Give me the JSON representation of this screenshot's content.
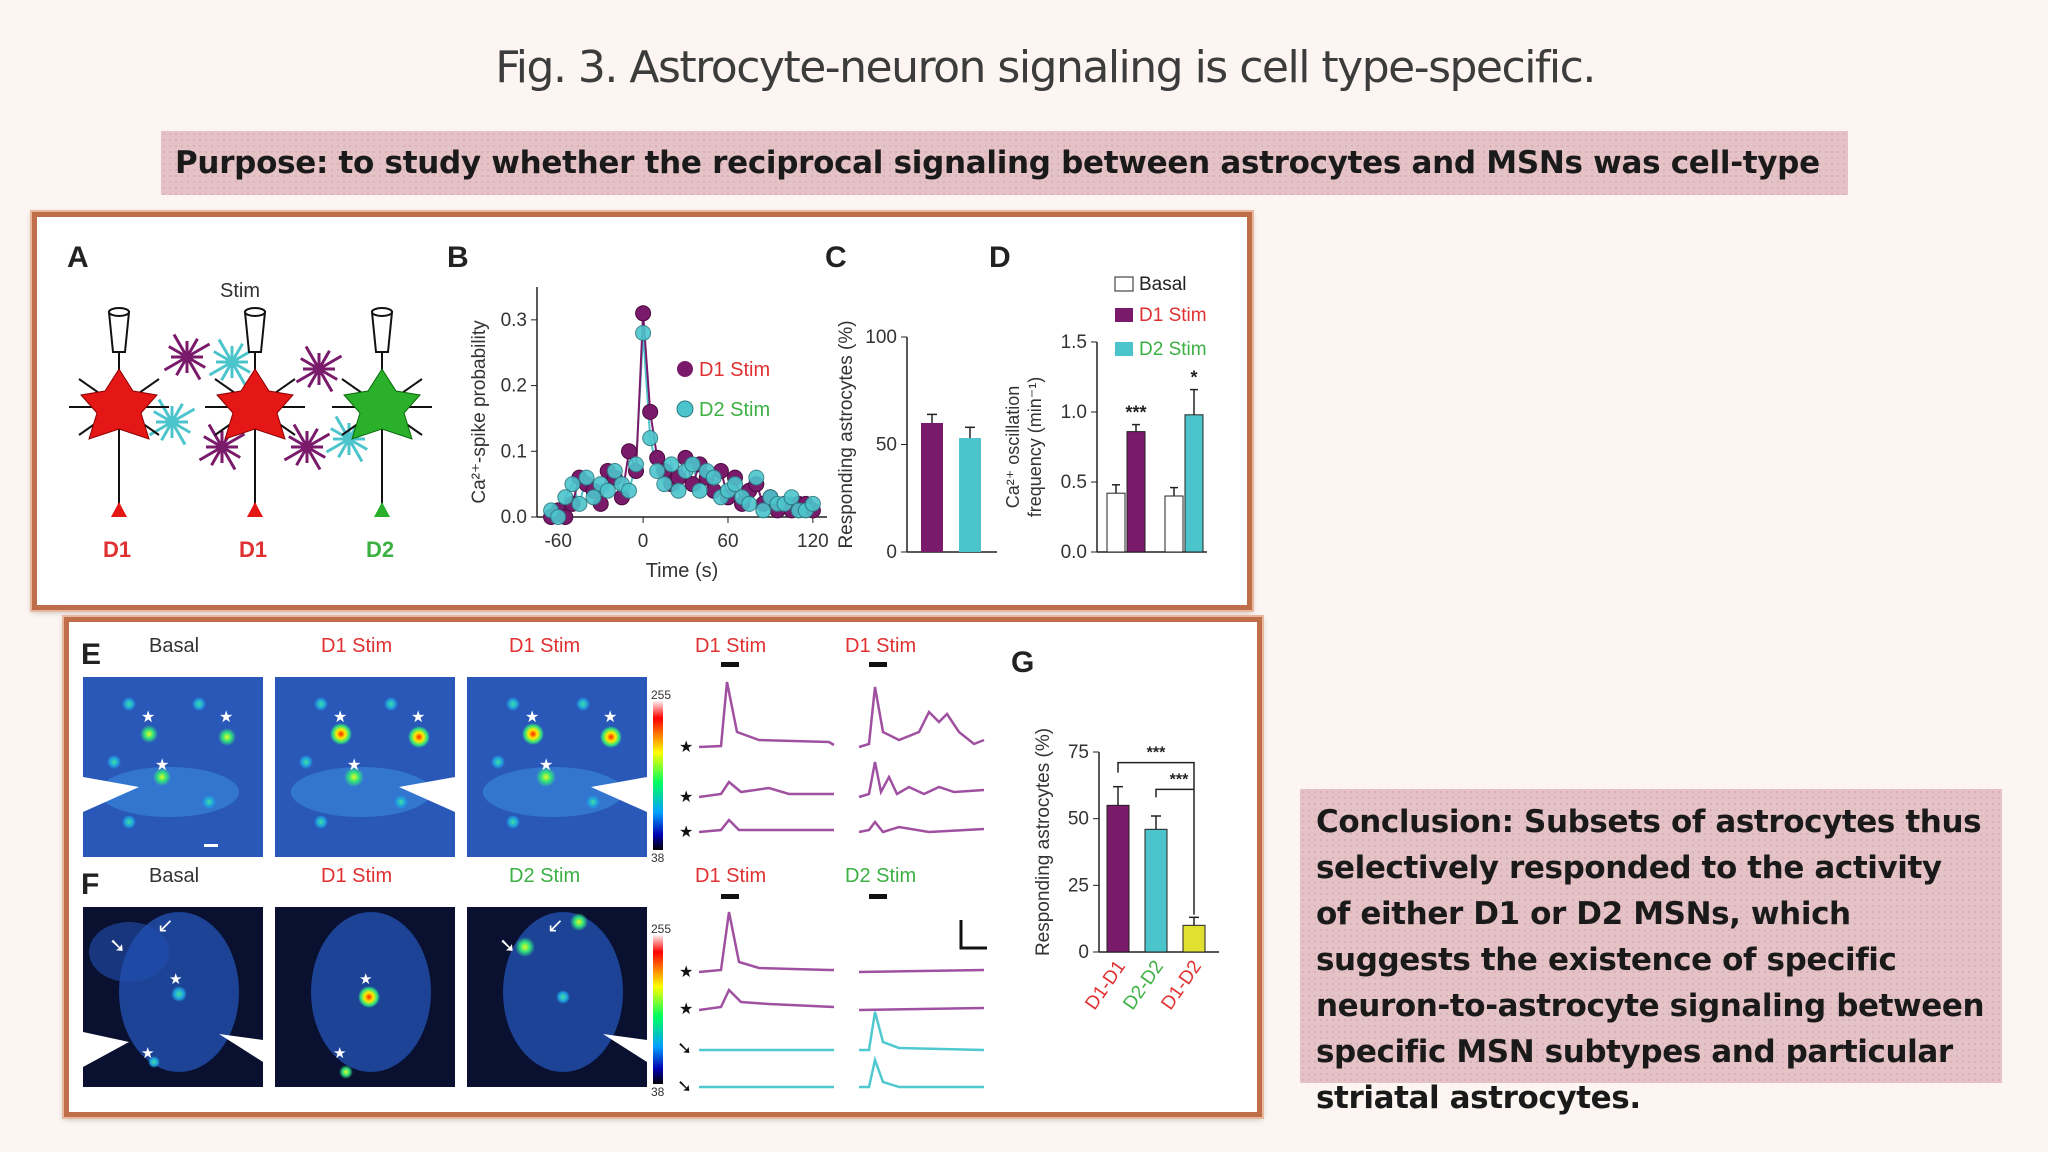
{
  "slide": {
    "title": "Fig. 3. Astrocyte-neuron signaling is cell type-specific.",
    "purpose": "Purpose: to study whether the reciprocal signaling between astrocytes and MSNs was cell-type specific",
    "conclusion": "Conclusion: Subsets of astrocytes thus selectively responded to the activity of either D1 or D2 MSNs, which suggests the existence of specific neuron-to-astrocyte signaling between specific MSN subtypes and particular striatal astrocytes."
  },
  "colors": {
    "d1": "#7a1a6a",
    "d2": "#4cc4cc",
    "basal": "#ffffff",
    "d1_d2": "#e0e030",
    "frame": "#bf6e4a",
    "red_label": "#e03030",
    "green_label": "#3cb043"
  },
  "figure": {
    "panelA": {
      "letter": "A",
      "stim": "Stim",
      "labels": [
        "D1",
        "D1",
        "D2"
      ]
    },
    "panelB": {
      "letter": "B",
      "legend": [
        "D1 Stim",
        "D2 Stim"
      ]
    },
    "panelC": {
      "letter": "C"
    },
    "panelD": {
      "letter": "D",
      "legend": [
        "Basal",
        "D1 Stim",
        "D2 Stim"
      ]
    },
    "panelE": {
      "letter": "E",
      "image_labels": [
        "Basal",
        "D1 Stim",
        "D1 Stim"
      ],
      "trace_labels": [
        "D1 Stim",
        "D1 Stim"
      ],
      "colorbar": [
        "255",
        "38"
      ]
    },
    "panelF": {
      "letter": "F",
      "image_labels": [
        "Basal",
        "D1 Stim",
        "D2 Stim"
      ],
      "trace_labels": [
        "D1 Stim",
        "D2 Stim"
      ],
      "colorbar": [
        "255",
        "38"
      ]
    },
    "panelG": {
      "letter": "G"
    }
  },
  "chart_data": [
    {
      "panel": "B",
      "type": "scatter",
      "xlabel": "Time (s)",
      "ylabel": "Ca²⁺-spike probability",
      "xticks": [
        "-60",
        "0",
        "60",
        "120"
      ],
      "yticks": [
        "0.0",
        "0.1",
        "0.2",
        "0.3"
      ],
      "xlim": [
        -75,
        130
      ],
      "ylim": [
        0,
        0.35
      ],
      "x": [
        -65,
        -60,
        -55,
        -50,
        -45,
        -40,
        -35,
        -30,
        -25,
        -20,
        -15,
        -10,
        -5,
        0,
        5,
        10,
        15,
        20,
        25,
        30,
        35,
        40,
        45,
        50,
        55,
        60,
        65,
        70,
        75,
        80,
        85,
        90,
        95,
        100,
        105,
        110,
        115,
        120
      ],
      "series": [
        {
          "name": "D1 Stim",
          "values": [
            0,
            0.01,
            0,
            0.02,
            0.06,
            0.05,
            0.04,
            0.02,
            0.07,
            0.06,
            0.03,
            0.1,
            0.07,
            0.31,
            0.16,
            0.09,
            0.07,
            0.05,
            0.06,
            0.09,
            0.05,
            0.08,
            0.06,
            0.04,
            0.07,
            0.03,
            0.06,
            0.02,
            0.04,
            0.05,
            0.02,
            0.03,
            0.01,
            0.02,
            0.01,
            0.02,
            0.02,
            0.01
          ]
        },
        {
          "name": "D2 Stim",
          "values": [
            0.01,
            0,
            0.03,
            0.05,
            0.02,
            0.06,
            0.03,
            0.05,
            0.04,
            0.07,
            0.05,
            0.04,
            0.08,
            0.28,
            0.12,
            0.07,
            0.05,
            0.08,
            0.04,
            0.07,
            0.08,
            0.04,
            0.07,
            0.06,
            0.03,
            0.04,
            0.05,
            0.03,
            0.02,
            0.06,
            0.01,
            0.03,
            0.02,
            0.02,
            0.03,
            0.01,
            0.01,
            0.02
          ]
        }
      ]
    },
    {
      "panel": "C",
      "type": "bar",
      "ylabel": "Responding astrocytes (%)",
      "yticks": [
        "0",
        "50",
        "100"
      ],
      "ylim": [
        0,
        100
      ],
      "categories": [
        "D1 Stim",
        "D2 Stim"
      ],
      "values": [
        60,
        53
      ],
      "errors": [
        4,
        5
      ]
    },
    {
      "panel": "D",
      "type": "bar",
      "ylabel": "Ca²⁺ oscillation frequency (min⁻¹)",
      "yticks": [
        "0.0",
        "0.5",
        "1.0",
        "1.5"
      ],
      "ylim": [
        0,
        1.5
      ],
      "groups": [
        {
          "series": [
            "Basal",
            "D1 Stim"
          ],
          "values": [
            0.42,
            0.86
          ],
          "errors": [
            0.06,
            0.05
          ],
          "sig": "***"
        },
        {
          "series": [
            "Basal",
            "D2 Stim"
          ],
          "values": [
            0.4,
            0.98
          ],
          "errors": [
            0.06,
            0.18
          ],
          "sig": "*"
        }
      ]
    },
    {
      "panel": "G",
      "type": "bar",
      "ylabel": "Responding astrocytes (%)",
      "yticks": [
        "0",
        "25",
        "50",
        "75"
      ],
      "ylim": [
        0,
        75
      ],
      "categories": [
        "D1-D1",
        "D2-D2",
        "D1-D2"
      ],
      "values": [
        55,
        46,
        10
      ],
      "errors": [
        7,
        5,
        3
      ],
      "significance": [
        "***",
        "***"
      ]
    }
  ]
}
